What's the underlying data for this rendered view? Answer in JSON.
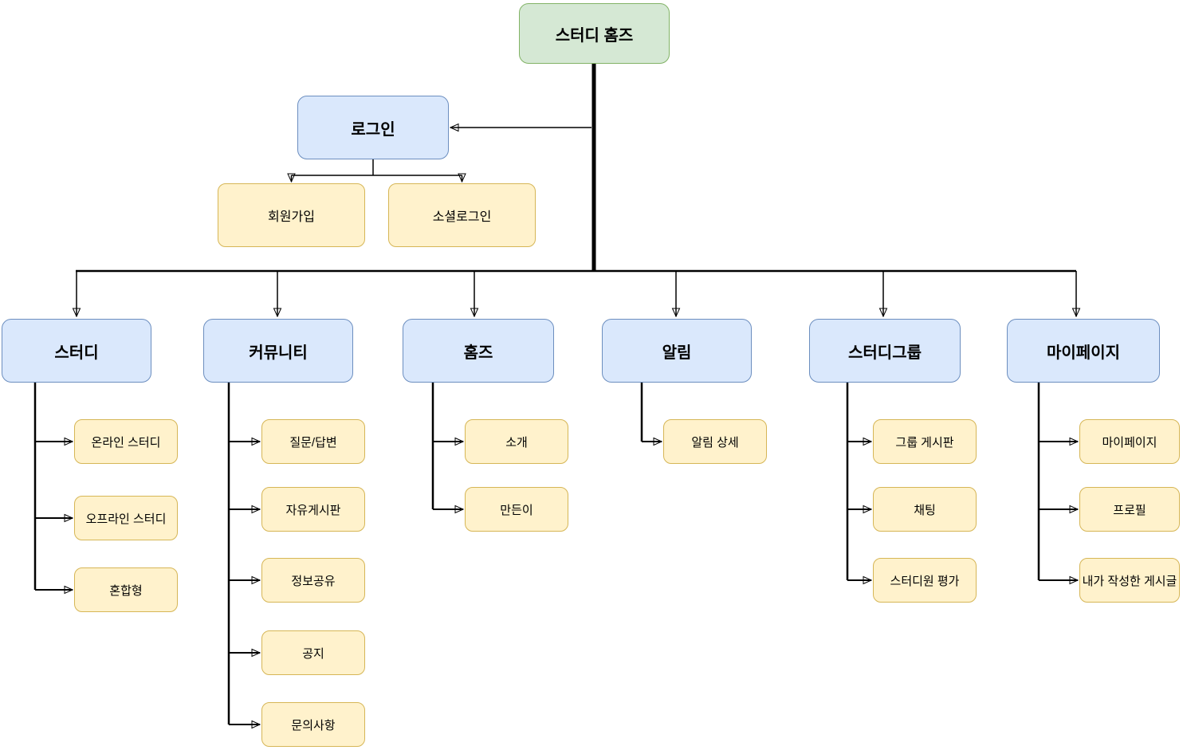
{
  "palette": {
    "root_fill": "#d5e8d4",
    "root_border": "#82b366",
    "section_fill": "#dae8fc",
    "section_border": "#6c8ebf",
    "leaf_fill": "#fff2cc",
    "leaf_border": "#d6b656",
    "connector": "#000000",
    "background": "#ffffff"
  },
  "root": {
    "label": "스터디 홈즈"
  },
  "login": {
    "label": "로그인",
    "children": [
      {
        "label": "회원가입"
      },
      {
        "label": "소셜로그인"
      }
    ]
  },
  "sections": [
    {
      "label": "스터디",
      "children": [
        {
          "label": "온라인 스터디"
        },
        {
          "label": "오프라인 스터디"
        },
        {
          "label": "혼합형"
        }
      ]
    },
    {
      "label": "커뮤니티",
      "children": [
        {
          "label": "질문/답변"
        },
        {
          "label": "자유게시판"
        },
        {
          "label": "정보공유"
        },
        {
          "label": "공지"
        },
        {
          "label": "문의사항"
        }
      ]
    },
    {
      "label": "홈즈",
      "children": [
        {
          "label": "소개"
        },
        {
          "label": "만든이"
        }
      ]
    },
    {
      "label": "알림",
      "children": [
        {
          "label": "알림 상세"
        }
      ]
    },
    {
      "label": "스터디그룹",
      "children": [
        {
          "label": "그룹 게시판"
        },
        {
          "label": "채팅"
        },
        {
          "label": "스터디원 평가"
        }
      ]
    },
    {
      "label": "마이페이지",
      "children": [
        {
          "label": "마이페이지"
        },
        {
          "label": "프로필"
        },
        {
          "label": "내가 작성한 게시글"
        }
      ]
    }
  ]
}
